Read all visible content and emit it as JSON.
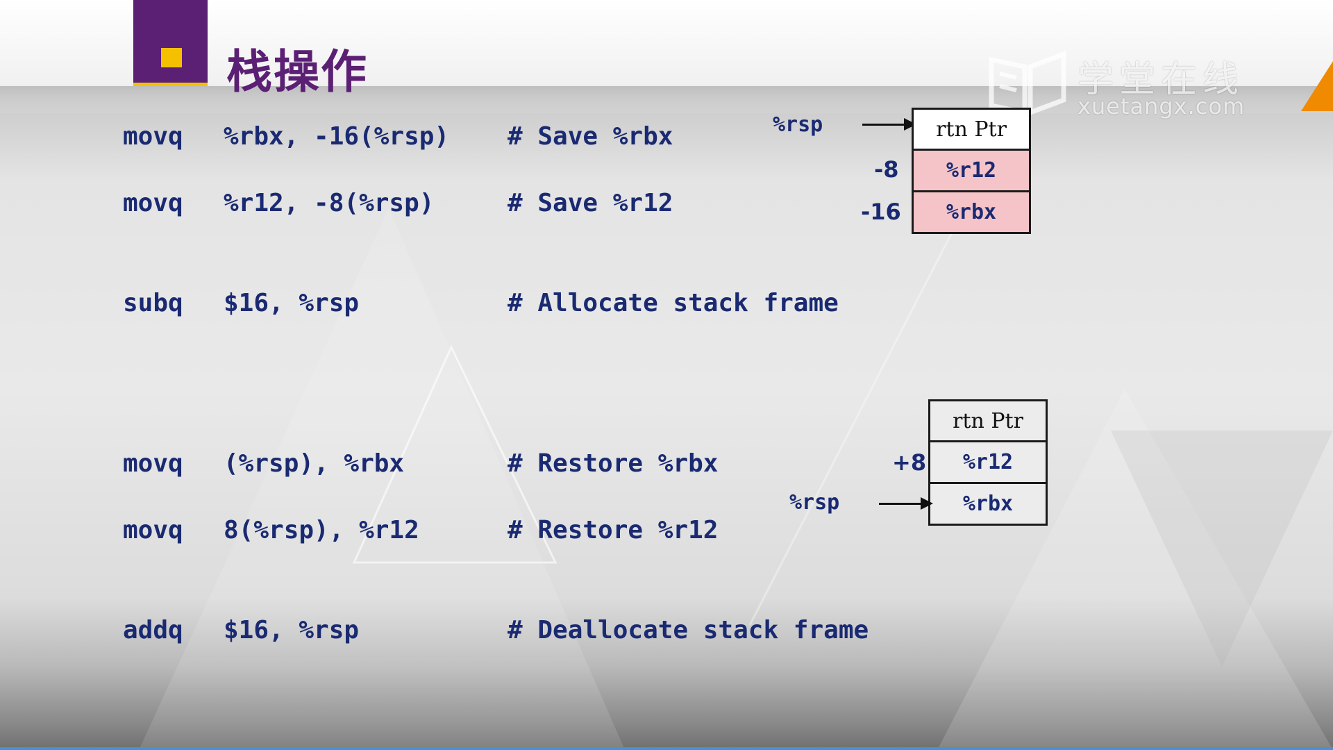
{
  "slide": {
    "title": "栈操作",
    "watermark": {
      "cn": "学堂在线",
      "en": "xuetangx.com"
    }
  },
  "code": [
    {
      "op": "movq",
      "args": "%rbx, -16(%rsp)",
      "comment": "# Save %rbx"
    },
    {
      "op": "movq",
      "args": "%r12, -8(%rsp)",
      "comment": "# Save %r12"
    },
    {
      "op": "subq",
      "args": "$16, %rsp",
      "comment": "# Allocate stack frame"
    },
    {
      "op": "movq",
      "args": "(%rsp), %rbx",
      "comment": "# Restore %rbx"
    },
    {
      "op": "movq",
      "args": "8(%rsp), %r12",
      "comment": "# Restore %r12"
    },
    {
      "op": "addq",
      "args": "$16, %rsp",
      "comment": "# Deallocate stack frame"
    }
  ],
  "stack_top": {
    "rsp_label": "%rsp",
    "cells": [
      "rtn Ptr",
      "%r12",
      "%rbx"
    ],
    "offsets": [
      "",
      "-8",
      "-16"
    ],
    "highlight_color": "#f4c4c8"
  },
  "stack_bottom": {
    "rsp_label": "%rsp",
    "cells": [
      "rtn Ptr",
      "%r12",
      "%rbx"
    ],
    "offsets": [
      "",
      "+8",
      ""
    ]
  },
  "colors": {
    "title_purple": "#5b1f74",
    "accent_yellow": "#f5c000",
    "code_blue": "#1a2a72",
    "orange": "#f08a00"
  }
}
